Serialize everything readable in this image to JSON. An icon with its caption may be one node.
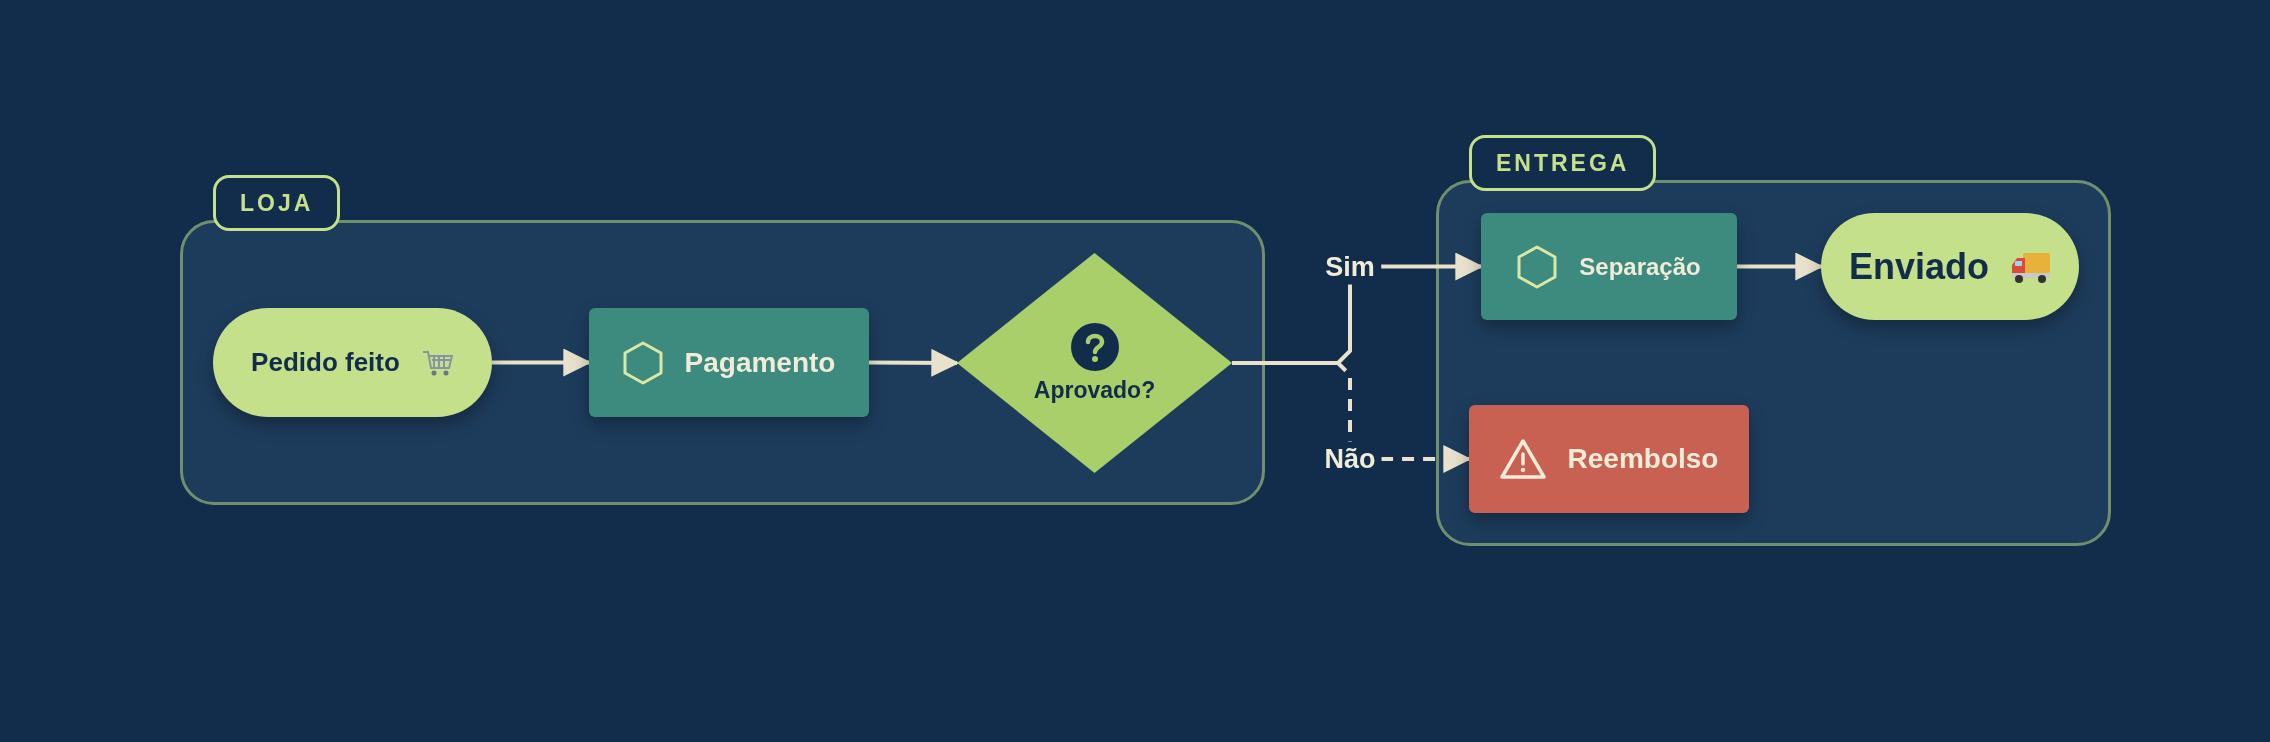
{
  "diagram": {
    "nodes": [
      {
        "text": [
          "LOJA"
        ]
      },
      {
        "text": [
          "Pedido feito"
        ],
        "in": 0
      },
      {
        "text": [
          "Pagamento"
        ],
        "in": 0
      },
      {
        "text": [
          "Aprovado?"
        ],
        "in": 0
      },
      {
        "text": [
          "ENTREGA"
        ]
      },
      {
        "text": [
          "Separação"
        ],
        "in": 4
      },
      {
        "text": [
          "Enviado"
        ],
        "in": 4
      },
      {
        "text": [
          "Reembolso"
        ],
        "in": 4
      }
    ],
    "edges": [
      {
        "from": 1,
        "to": 2,
        "arrow": "to"
      },
      {
        "from": 2,
        "to": 3,
        "arrow": "to"
      },
      {
        "from": 3,
        "to": 5,
        "arrow": "to",
        "label": "Sim"
      },
      {
        "from": 3,
        "to": 7,
        "arrow": "to",
        "label": "Não",
        "style": "dashed"
      },
      {
        "from": 5,
        "to": 6,
        "arrow": "to"
      }
    ]
  }
}
